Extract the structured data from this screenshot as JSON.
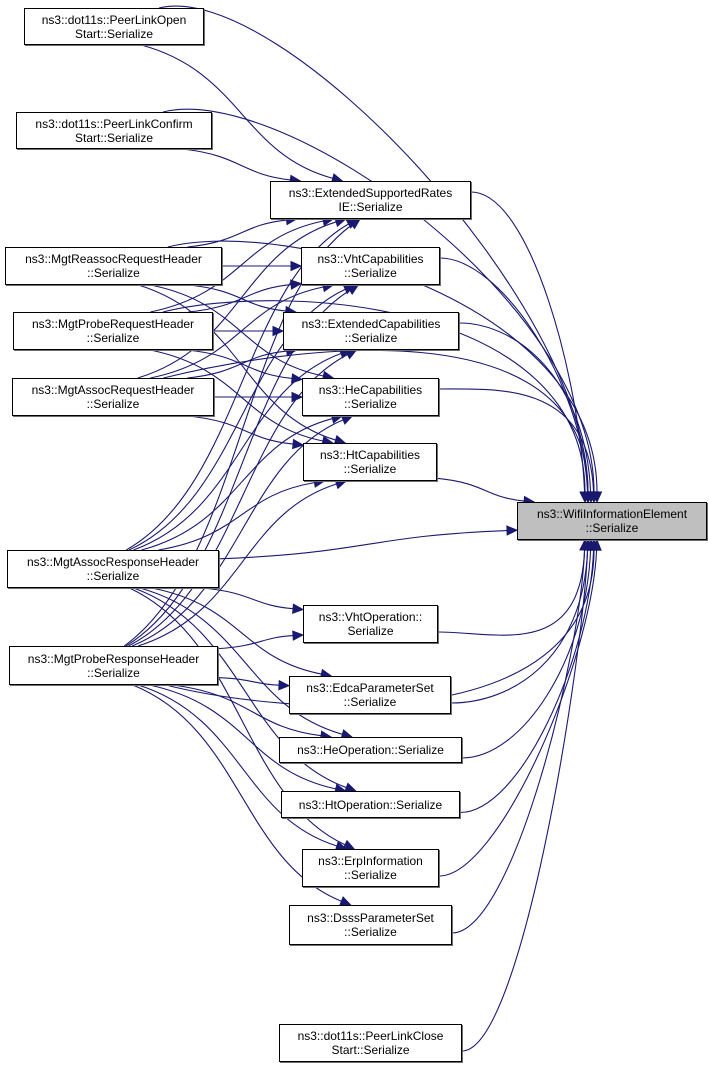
{
  "diagram": {
    "type": "call-graph",
    "title": "",
    "edge_color": "#191970",
    "focus_fill": "#bfbfbf",
    "nodes": [
      {
        "id": "plos",
        "lines": [
          "ns3::dot11s::PeerLinkOpen",
          "Start::Serialize"
        ]
      },
      {
        "id": "plcs",
        "lines": [
          "ns3::dot11s::PeerLinkConfirm",
          "Start::Serialize"
        ]
      },
      {
        "id": "esr",
        "lines": [
          "ns3::ExtendedSupportedRates",
          "IE::Serialize"
        ]
      },
      {
        "id": "vhtcap",
        "lines": [
          "ns3::VhtCapabilities",
          "::Serialize"
        ]
      },
      {
        "id": "extcap",
        "lines": [
          "ns3::ExtendedCapabilities",
          "::Serialize"
        ]
      },
      {
        "id": "hecap",
        "lines": [
          "ns3::HeCapabilities",
          "::Serialize"
        ]
      },
      {
        "id": "htcap",
        "lines": [
          "ns3::HtCapabilities",
          "::Serialize"
        ]
      },
      {
        "id": "wie",
        "lines": [
          "ns3::WifiInformationElement",
          "::Serialize"
        ],
        "focus": true
      },
      {
        "id": "reassoc",
        "lines": [
          "ns3::MgtReassocRequestHeader",
          "::Serialize"
        ]
      },
      {
        "id": "probereq",
        "lines": [
          "ns3::MgtProbeRequestHeader",
          "::Serialize"
        ]
      },
      {
        "id": "assocreq",
        "lines": [
          "ns3::MgtAssocRequestHeader",
          "::Serialize"
        ]
      },
      {
        "id": "assocresp",
        "lines": [
          "ns3::MgtAssocResponseHeader",
          "::Serialize"
        ]
      },
      {
        "id": "proberesp",
        "lines": [
          "ns3::MgtProbeResponseHeader",
          "::Serialize"
        ]
      },
      {
        "id": "vhtop",
        "lines": [
          "ns3::VhtOperation::",
          "Serialize"
        ]
      },
      {
        "id": "edca",
        "lines": [
          "ns3::EdcaParameterSet",
          "::Serialize"
        ]
      },
      {
        "id": "heop",
        "lines": [
          "ns3::HeOperation::Serialize"
        ]
      },
      {
        "id": "htop",
        "lines": [
          "ns3::HtOperation::Serialize"
        ]
      },
      {
        "id": "erp",
        "lines": [
          "ns3::ErpInformation",
          "::Serialize"
        ]
      },
      {
        "id": "dsss",
        "lines": [
          "ns3::DsssParameterSet",
          "::Serialize"
        ]
      },
      {
        "id": "plcls",
        "lines": [
          "ns3::dot11s::PeerLinkClose",
          "Start::Serialize"
        ]
      }
    ],
    "edges": [
      [
        "plos",
        "esr"
      ],
      [
        "plos",
        "wie"
      ],
      [
        "plcs",
        "esr"
      ],
      [
        "plcs",
        "wie"
      ],
      [
        "reassoc",
        "esr"
      ],
      [
        "reassoc",
        "vhtcap"
      ],
      [
        "reassoc",
        "extcap"
      ],
      [
        "reassoc",
        "hecap"
      ],
      [
        "reassoc",
        "htcap"
      ],
      [
        "reassoc",
        "wie"
      ],
      [
        "probereq",
        "esr"
      ],
      [
        "probereq",
        "vhtcap"
      ],
      [
        "probereq",
        "extcap"
      ],
      [
        "probereq",
        "hecap"
      ],
      [
        "probereq",
        "htcap"
      ],
      [
        "probereq",
        "wie"
      ],
      [
        "assocreq",
        "esr"
      ],
      [
        "assocreq",
        "vhtcap"
      ],
      [
        "assocreq",
        "extcap"
      ],
      [
        "assocreq",
        "hecap"
      ],
      [
        "assocreq",
        "htcap"
      ],
      [
        "assocreq",
        "wie"
      ],
      [
        "assocresp",
        "esr"
      ],
      [
        "assocresp",
        "vhtcap"
      ],
      [
        "assocresp",
        "extcap"
      ],
      [
        "assocresp",
        "hecap"
      ],
      [
        "assocresp",
        "htcap"
      ],
      [
        "assocresp",
        "wie"
      ],
      [
        "assocresp",
        "vhtop"
      ],
      [
        "assocresp",
        "edca"
      ],
      [
        "assocresp",
        "heop"
      ],
      [
        "assocresp",
        "htop"
      ],
      [
        "assocresp",
        "erp"
      ],
      [
        "proberesp",
        "esr"
      ],
      [
        "proberesp",
        "vhtcap"
      ],
      [
        "proberesp",
        "extcap"
      ],
      [
        "proberesp",
        "hecap"
      ],
      [
        "proberesp",
        "htcap"
      ],
      [
        "proberesp",
        "wie"
      ],
      [
        "proberesp",
        "vhtop"
      ],
      [
        "proberesp",
        "edca"
      ],
      [
        "proberesp",
        "heop"
      ],
      [
        "proberesp",
        "htop"
      ],
      [
        "proberesp",
        "erp"
      ],
      [
        "proberesp",
        "dsss"
      ],
      [
        "esr",
        "wie"
      ],
      [
        "vhtcap",
        "wie"
      ],
      [
        "extcap",
        "wie"
      ],
      [
        "hecap",
        "wie"
      ],
      [
        "htcap",
        "wie"
      ],
      [
        "vhtop",
        "wie"
      ],
      [
        "edca",
        "wie"
      ],
      [
        "heop",
        "wie"
      ],
      [
        "htop",
        "wie"
      ],
      [
        "erp",
        "wie"
      ],
      [
        "dsss",
        "wie"
      ],
      [
        "plcls",
        "wie"
      ]
    ]
  }
}
